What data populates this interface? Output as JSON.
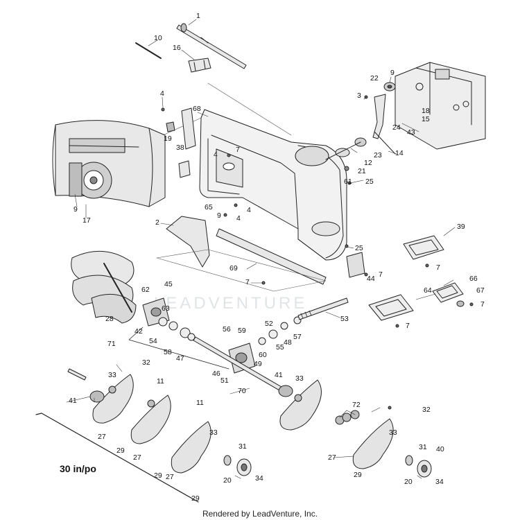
{
  "watermark_text": "LEADVENTURE",
  "size_label": "30 in/po",
  "footer_text": "Rendered by LeadVenture, Inc.",
  "colors": {
    "line": "#222222",
    "part_fill": "#e8e8e8",
    "shade": "#bdbdbd"
  },
  "callouts": [
    {
      "id": "c1",
      "text": "1"
    },
    {
      "id": "c10",
      "text": "10"
    },
    {
      "id": "c16",
      "text": "16"
    },
    {
      "id": "c4a",
      "text": "4"
    },
    {
      "id": "c68",
      "text": "68"
    },
    {
      "id": "c22",
      "text": "22"
    },
    {
      "id": "c9a",
      "text": "9"
    },
    {
      "id": "c3",
      "text": "3"
    },
    {
      "id": "c18",
      "text": "18"
    },
    {
      "id": "c15",
      "text": "15"
    },
    {
      "id": "c24",
      "text": "24"
    },
    {
      "id": "c43",
      "text": "43"
    },
    {
      "id": "c19",
      "text": "19"
    },
    {
      "id": "c38",
      "text": "38"
    },
    {
      "id": "c4b",
      "text": "4"
    },
    {
      "id": "c7a",
      "text": "7"
    },
    {
      "id": "c23",
      "text": "23"
    },
    {
      "id": "c14",
      "text": "14"
    },
    {
      "id": "c12",
      "text": "12"
    },
    {
      "id": "c21",
      "text": "21"
    },
    {
      "id": "c61",
      "text": "61"
    },
    {
      "id": "c25a",
      "text": "25"
    },
    {
      "id": "c9b",
      "text": "9"
    },
    {
      "id": "c17",
      "text": "17"
    },
    {
      "id": "c65",
      "text": "65"
    },
    {
      "id": "c9c",
      "text": "9"
    },
    {
      "id": "c4c",
      "text": "4"
    },
    {
      "id": "c4d",
      "text": "4"
    },
    {
      "id": "c2",
      "text": "2"
    },
    {
      "id": "c39",
      "text": "39"
    },
    {
      "id": "c25b",
      "text": "25"
    },
    {
      "id": "c7b",
      "text": "7"
    },
    {
      "id": "c69",
      "text": "69"
    },
    {
      "id": "c7c",
      "text": "7"
    },
    {
      "id": "c7d",
      "text": "7"
    },
    {
      "id": "c44",
      "text": "44"
    },
    {
      "id": "c66",
      "text": "66"
    },
    {
      "id": "c62",
      "text": "62"
    },
    {
      "id": "c45",
      "text": "45"
    },
    {
      "id": "c64",
      "text": "64"
    },
    {
      "id": "c67",
      "text": "67"
    },
    {
      "id": "c7e",
      "text": "7"
    },
    {
      "id": "c63",
      "text": "63"
    },
    {
      "id": "c28",
      "text": "28"
    },
    {
      "id": "c53",
      "text": "53"
    },
    {
      "id": "c7f",
      "text": "7"
    },
    {
      "id": "c42",
      "text": "42"
    },
    {
      "id": "c52",
      "text": "52"
    },
    {
      "id": "c56",
      "text": "56"
    },
    {
      "id": "c59",
      "text": "59"
    },
    {
      "id": "c57",
      "text": "57"
    },
    {
      "id": "c54",
      "text": "54"
    },
    {
      "id": "c55",
      "text": "55"
    },
    {
      "id": "c48",
      "text": "48"
    },
    {
      "id": "c71",
      "text": "71"
    },
    {
      "id": "c58",
      "text": "58"
    },
    {
      "id": "c47",
      "text": "47"
    },
    {
      "id": "c60",
      "text": "60"
    },
    {
      "id": "c49",
      "text": "49"
    },
    {
      "id": "c32a",
      "text": "32"
    },
    {
      "id": "c46",
      "text": "46"
    },
    {
      "id": "c51",
      "text": "51"
    },
    {
      "id": "c33a",
      "text": "33"
    },
    {
      "id": "c41a",
      "text": "41"
    },
    {
      "id": "c33b",
      "text": "33"
    },
    {
      "id": "c11a",
      "text": "11"
    },
    {
      "id": "c70",
      "text": "70"
    },
    {
      "id": "c41b",
      "text": "41"
    },
    {
      "id": "c11b",
      "text": "11"
    },
    {
      "id": "c72",
      "text": "72"
    },
    {
      "id": "c32b",
      "text": "32"
    },
    {
      "id": "c27a",
      "text": "27"
    },
    {
      "id": "c33c",
      "text": "33"
    },
    {
      "id": "c33d",
      "text": "33"
    },
    {
      "id": "c29a",
      "text": "29"
    },
    {
      "id": "c27b",
      "text": "27"
    },
    {
      "id": "c31a",
      "text": "31"
    },
    {
      "id": "c31b",
      "text": "31"
    },
    {
      "id": "c40",
      "text": "40"
    },
    {
      "id": "c27c",
      "text": "27"
    },
    {
      "id": "c27d",
      "text": "27"
    },
    {
      "id": "c29b",
      "text": "29"
    },
    {
      "id": "c20a",
      "text": "20"
    },
    {
      "id": "c34a",
      "text": "34"
    },
    {
      "id": "c29c",
      "text": "29"
    },
    {
      "id": "c20b",
      "text": "20"
    },
    {
      "id": "c34b",
      "text": "34"
    },
    {
      "id": "c29d",
      "text": "29"
    }
  ]
}
